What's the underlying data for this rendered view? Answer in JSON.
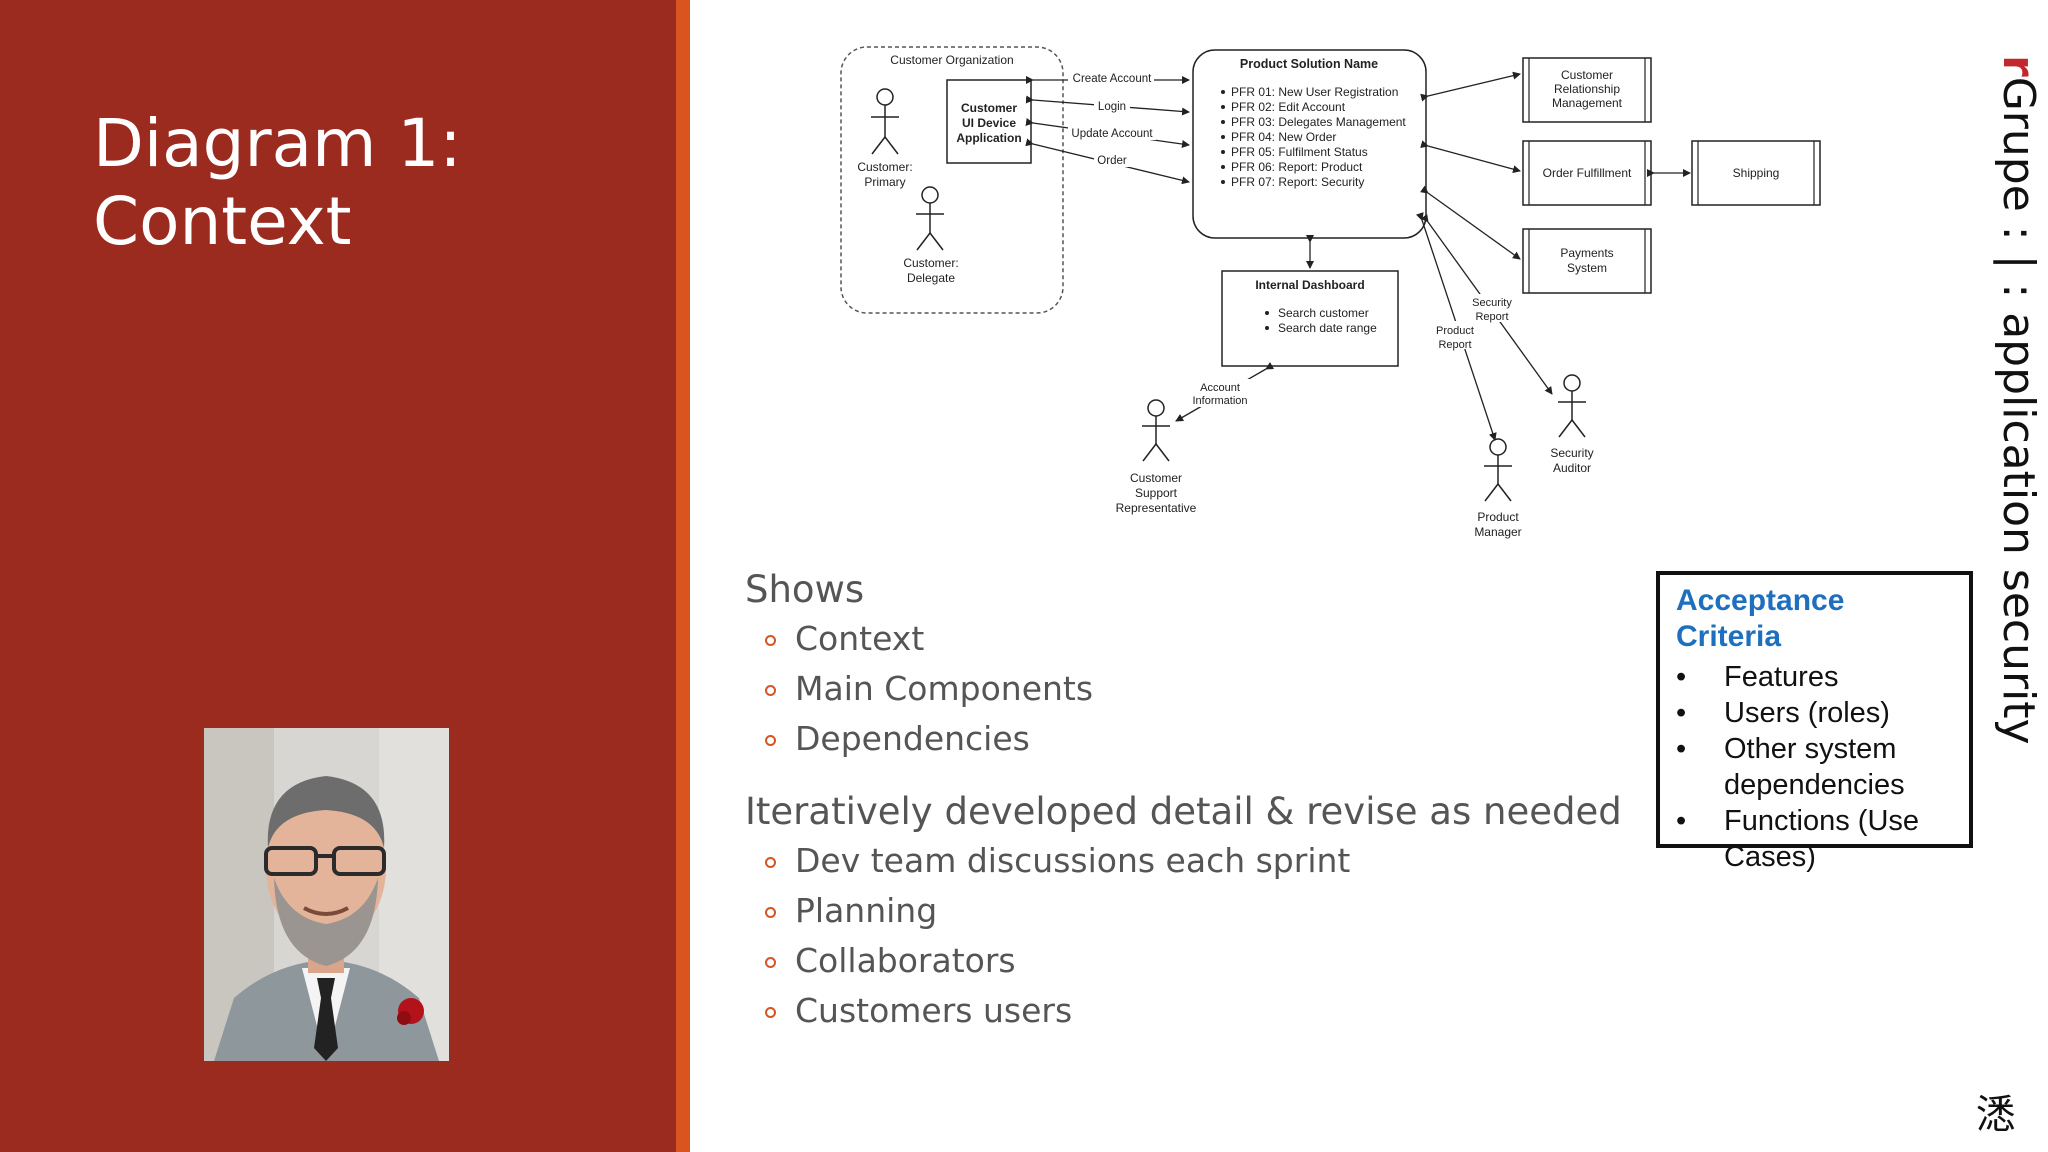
{
  "slide": {
    "title_line1": "Diagram 1:",
    "title_line2": "Context"
  },
  "colors": {
    "left_panel": "#9b2a1f",
    "stripe": "#d9541f",
    "criteria_title": "#1f6fbf",
    "brand_r": "#c1272d"
  },
  "diagram": {
    "customer_org": "Customer Organization",
    "ui_app": [
      "Customer",
      "UI Device",
      "Application"
    ],
    "customer_primary": [
      "Customer:",
      "Primary"
    ],
    "customer_delegate": [
      "Customer:",
      "Delegate"
    ],
    "flows": [
      "Create Account",
      "Login",
      "Update Account",
      "Order"
    ],
    "solution_title": "Product Solution Name",
    "solution_items": [
      "PFR 01: New User Registration",
      "PFR 02: Edit Account",
      "PFR 03: Delegates Management",
      "PFR 04: New Order",
      "PFR 05: Fulfilment Status",
      "PFR 06: Report: Product",
      "PFR 07: Report: Security"
    ],
    "crm": [
      "Customer",
      "Relationship",
      "Management"
    ],
    "order_fulfillment": "Order Fulfillment",
    "shipping": "Shipping",
    "payments": [
      "Payments",
      "System"
    ],
    "dashboard_title": "Internal Dashboard",
    "dashboard_items": [
      "Search customer",
      "Search date range"
    ],
    "account_info": [
      "Account",
      "Information"
    ],
    "support_rep": [
      "Customer",
      "Support",
      "Representative"
    ],
    "security_report": [
      "Security",
      "Report"
    ],
    "product_report": [
      "Product",
      "Report"
    ],
    "security_auditor": [
      "Security",
      "Auditor"
    ],
    "product_manager": [
      "Product",
      "Manager"
    ]
  },
  "bullets": {
    "heading1": "Shows",
    "list1": [
      "Context",
      "Main Components",
      "Dependencies"
    ],
    "heading2": "Iteratively developed detail & revise as needed",
    "list2": [
      "Dev team discussions each sprint",
      "Planning",
      "Collaborators",
      "Customers users"
    ]
  },
  "criteria": {
    "title": "Acceptance Criteria",
    "items": [
      "Features",
      "Users (roles)",
      "Other system dependencies",
      "Functions (Use Cases)"
    ]
  },
  "brand": {
    "r": "r",
    "rest": "Grupe : | : application security"
  },
  "logo_glyph": "㴽"
}
